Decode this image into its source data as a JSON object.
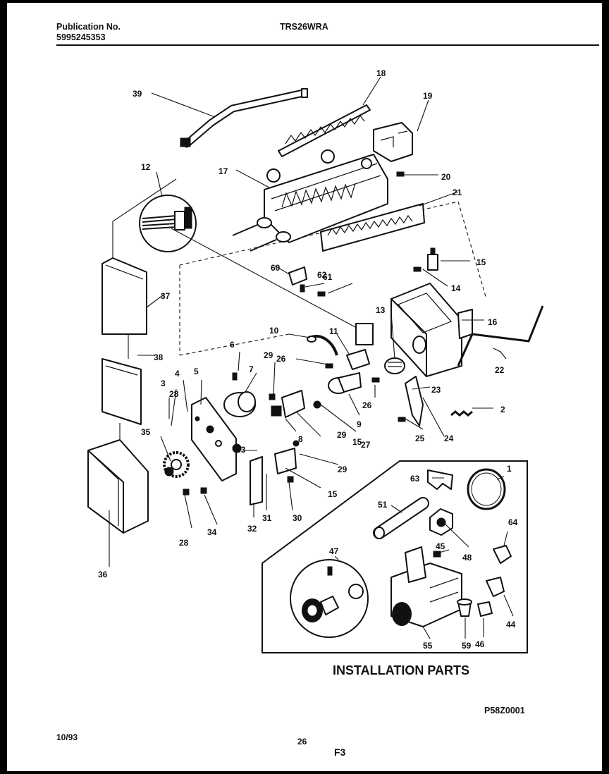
{
  "header": {
    "publication_label": "Publication No.",
    "publication_number": "5995245353",
    "model": "TRS26WRA"
  },
  "diagram": {
    "section_title": "INSTALLATION PARTS",
    "drawing_code": "P58Z0001",
    "callouts": [
      "1",
      "2",
      "3",
      "4",
      "5",
      "6",
      "7",
      "8",
      "9",
      "10",
      "11",
      "12",
      "13",
      "14",
      "15",
      "15",
      "15",
      "16",
      "17",
      "18",
      "19",
      "20",
      "21",
      "22",
      "23",
      "24",
      "25",
      "26",
      "26",
      "27",
      "28",
      "28",
      "29",
      "29",
      "29",
      "30",
      "31",
      "32",
      "33",
      "34",
      "35",
      "36",
      "37",
      "38",
      "39",
      "44",
      "45",
      "46",
      "47",
      "48",
      "51",
      "55",
      "59",
      "60",
      "61",
      "62",
      "63",
      "64"
    ]
  },
  "footer": {
    "date": "10/93",
    "page_number": "26",
    "figure": "F3"
  }
}
